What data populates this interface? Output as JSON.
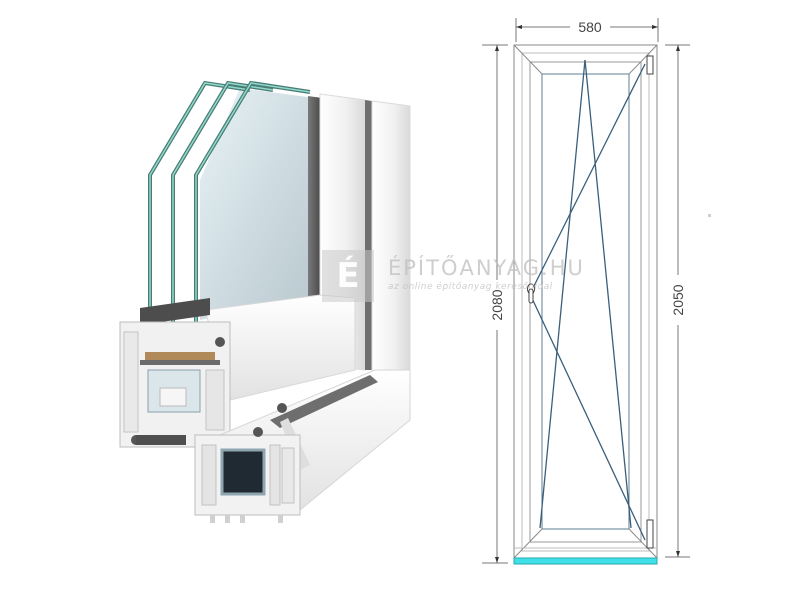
{
  "image": {
    "description": "PVC window product illustration: 3D triple-glazed profile cross-section and tilt-turn door/window technical drawing"
  },
  "profile": {
    "glazing_panes": 3,
    "frame_color": "#f2f2f2",
    "glass_edge_color": "#6fbcb0",
    "seal_color": "#555555",
    "spacer_color": "#b08a58"
  },
  "drawing": {
    "width_label": "580",
    "outer_height_label": "2080",
    "inner_height_label": "2050",
    "opening_type": "tilt-turn",
    "hinge_side": "right",
    "handle_side": "left",
    "sill_color": "#3fe0e8",
    "line_color": "#3a5f7a",
    "frame_line_color": "#888888"
  },
  "watermark": {
    "letter": "É",
    "title": "ÉPÍTŐANYAG.HU",
    "subtitle": "az online építőanyag keresőoldal"
  }
}
